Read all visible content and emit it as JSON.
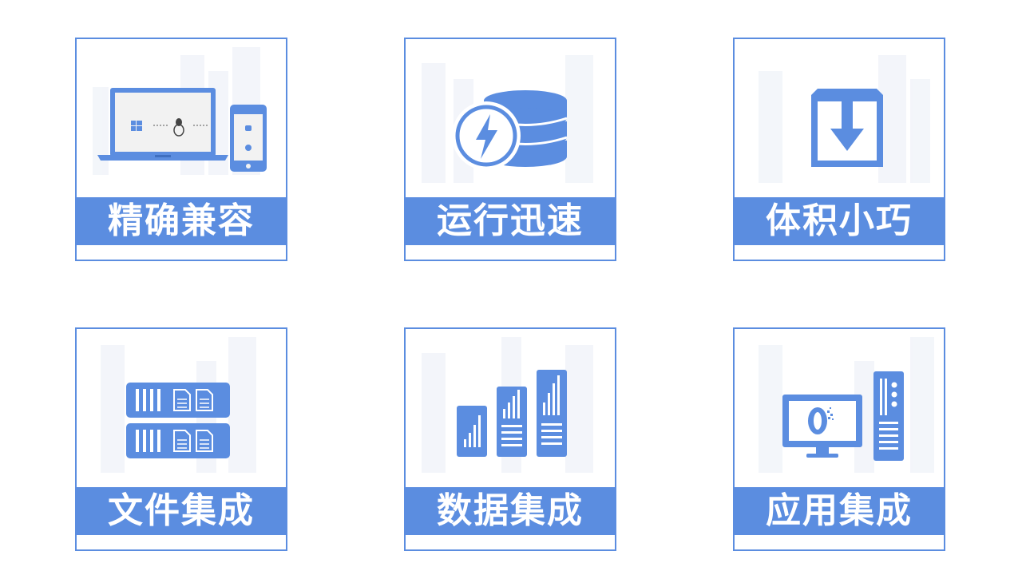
{
  "theme": {
    "accent": "#5b8de0",
    "border": "#5b8de0",
    "background": "#ffffff"
  },
  "cards": [
    {
      "label": "精确兼容",
      "icon": "devices-compat-icon"
    },
    {
      "label": "运行迅速",
      "icon": "fast-database-icon"
    },
    {
      "label": "体积小巧",
      "icon": "download-package-icon"
    },
    {
      "label": "文件集成",
      "icon": "file-integration-icon"
    },
    {
      "label": "数据集成",
      "icon": "data-integration-icon"
    },
    {
      "label": "应用集成",
      "icon": "app-integration-icon"
    }
  ]
}
